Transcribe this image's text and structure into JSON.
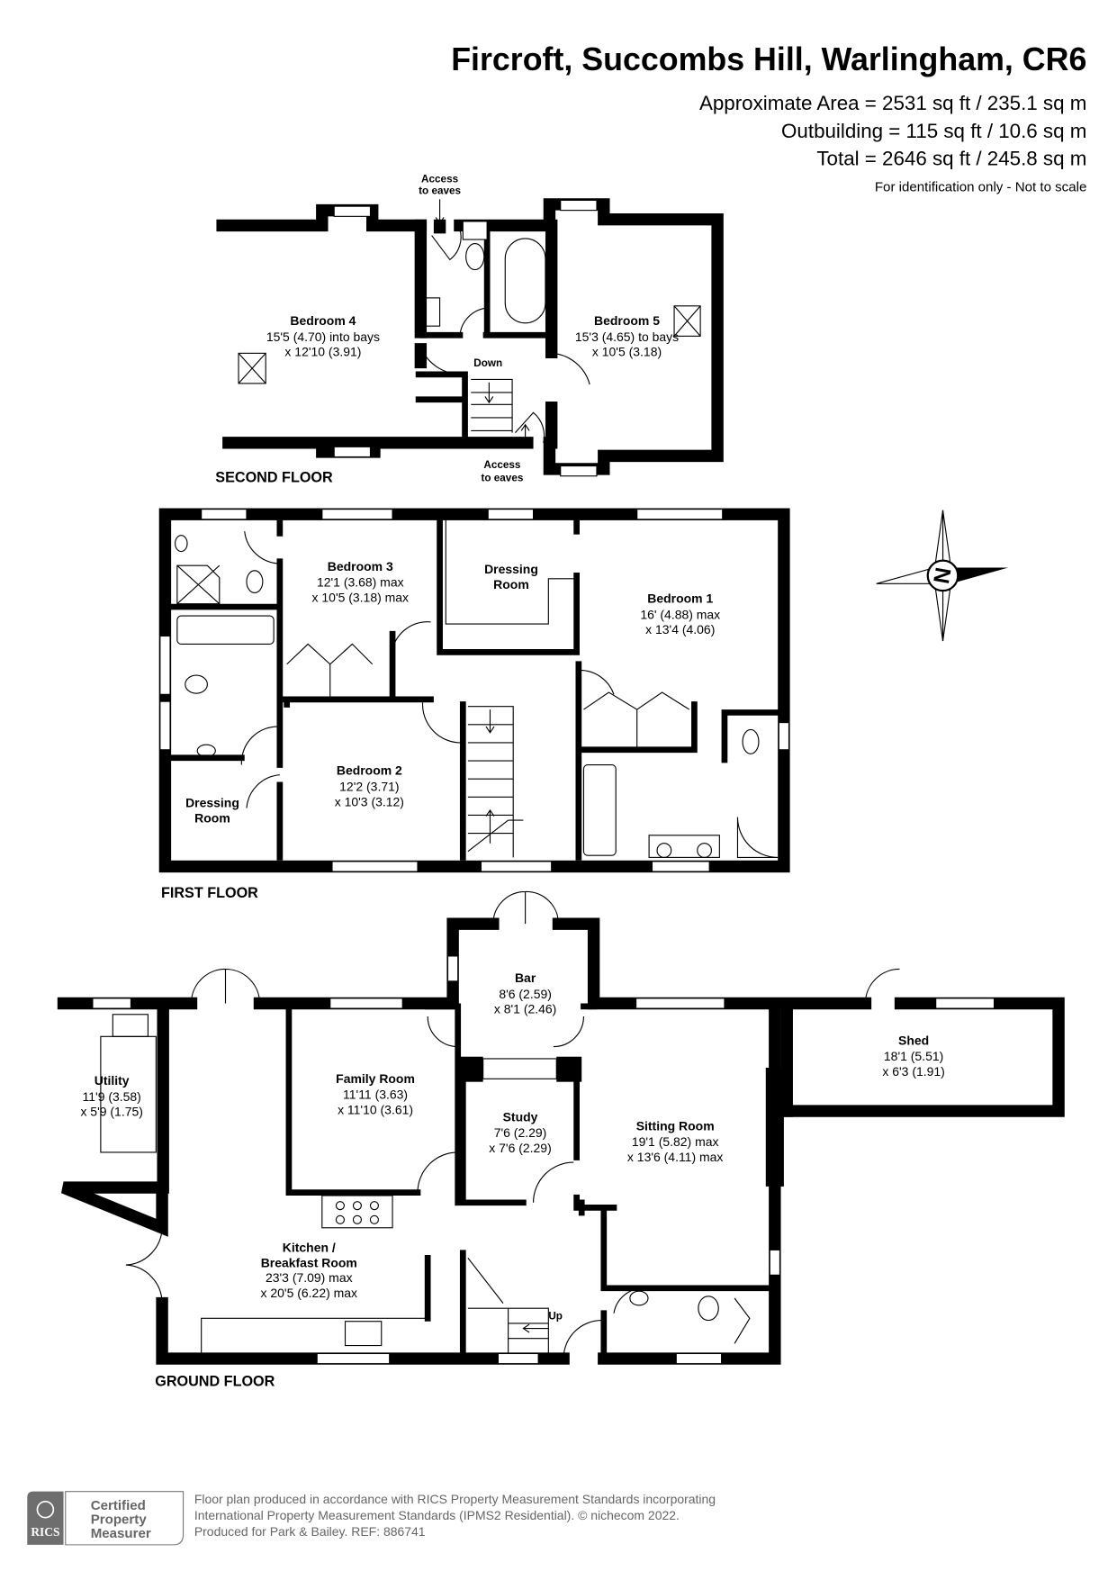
{
  "header": {
    "title": "Fircroft, Succombs Hill, Warlingham, CR6",
    "approximate_area": "Approximate Area = 2531 sq ft / 235.1 sq m",
    "outbuilding_area": "Outbuilding = 115 sq ft / 10.6 sq m",
    "total_area": "Total = 2646 sq ft / 245.8 sq m",
    "note": "For identification only - Not to scale"
  },
  "second_floor": {
    "label": "SECOND FLOOR",
    "rooms": [
      {
        "name": "Bedroom 4",
        "dim1": "15'5 (4.70) into bays",
        "dim2": "x 12'10 (3.91)"
      },
      {
        "name": "Bedroom 5",
        "dim1": "15'3 (4.65) to bays",
        "dim2": "x 10'5 (3.18)"
      }
    ],
    "annotations": {
      "eaves_top_1": "Access",
      "eaves_top_2": "to eaves",
      "eaves_bottom_1": "Access",
      "eaves_bottom_2": "to eaves",
      "down": "Down"
    }
  },
  "first_floor": {
    "label": "FIRST FLOOR",
    "rooms": [
      {
        "name": "Bedroom 3",
        "dim1": "12'1 (3.68) max",
        "dim2": "x 10'5 (3.18) max"
      },
      {
        "name1": "Dressing",
        "name2": "Room"
      },
      {
        "name": "Bedroom 1",
        "dim1": "16' (4.88) max",
        "dim2": "x 13'4 (4.06)"
      },
      {
        "name": "Bedroom 2",
        "dim1": "12'2 (3.71)",
        "dim2": "x 10'3 (3.12)"
      },
      {
        "name1": "Dressing",
        "name2": "Room"
      }
    ]
  },
  "ground_floor": {
    "label": "GROUND FLOOR",
    "rooms": [
      {
        "name": "Utility",
        "dim1": "11'9 (3.58)",
        "dim2": "x 5'9 (1.75)"
      },
      {
        "name": "Family Room",
        "dim1": "11'11 (3.63)",
        "dim2": "x 11'10 (3.61)"
      },
      {
        "name": "Bar",
        "dim1": "8'6 (2.59)",
        "dim2": "x 8'1 (2.46)"
      },
      {
        "name": "Study",
        "dim1": "7'6 (2.29)",
        "dim2": "x 7'6 (2.29)"
      },
      {
        "name": "Sitting Room",
        "dim1": "19'1 (5.82) max",
        "dim2": "x 13'6 (4.11) max"
      },
      {
        "name": "Shed",
        "dim1": "18'1 (5.51)",
        "dim2": "x 6'3 (1.91)"
      },
      {
        "name1": "Kitchen /",
        "name2": "Breakfast Room",
        "dim1": "23'3 (7.09) max",
        "dim2": "x 20'5 (6.22) max"
      }
    ],
    "annotations": {
      "up": "Up"
    }
  },
  "compass": {
    "letter": "N",
    "icon": "compass-rose-icon"
  },
  "footer": {
    "logo_text": "RICS",
    "cert_1": "Certified",
    "cert_2": "Property",
    "cert_3": "Measurer",
    "line1": "Floor plan produced in accordance with RICS Property Measurement Standards incorporating",
    "line2": "International Property Measurement Standards (IPMS2 Residential).   © nichecom 2022.",
    "line3": "Produced for Park & Bailey.   REF:  886741"
  },
  "colors": {
    "walls": "#000000",
    "footer_grey": "#666666"
  }
}
